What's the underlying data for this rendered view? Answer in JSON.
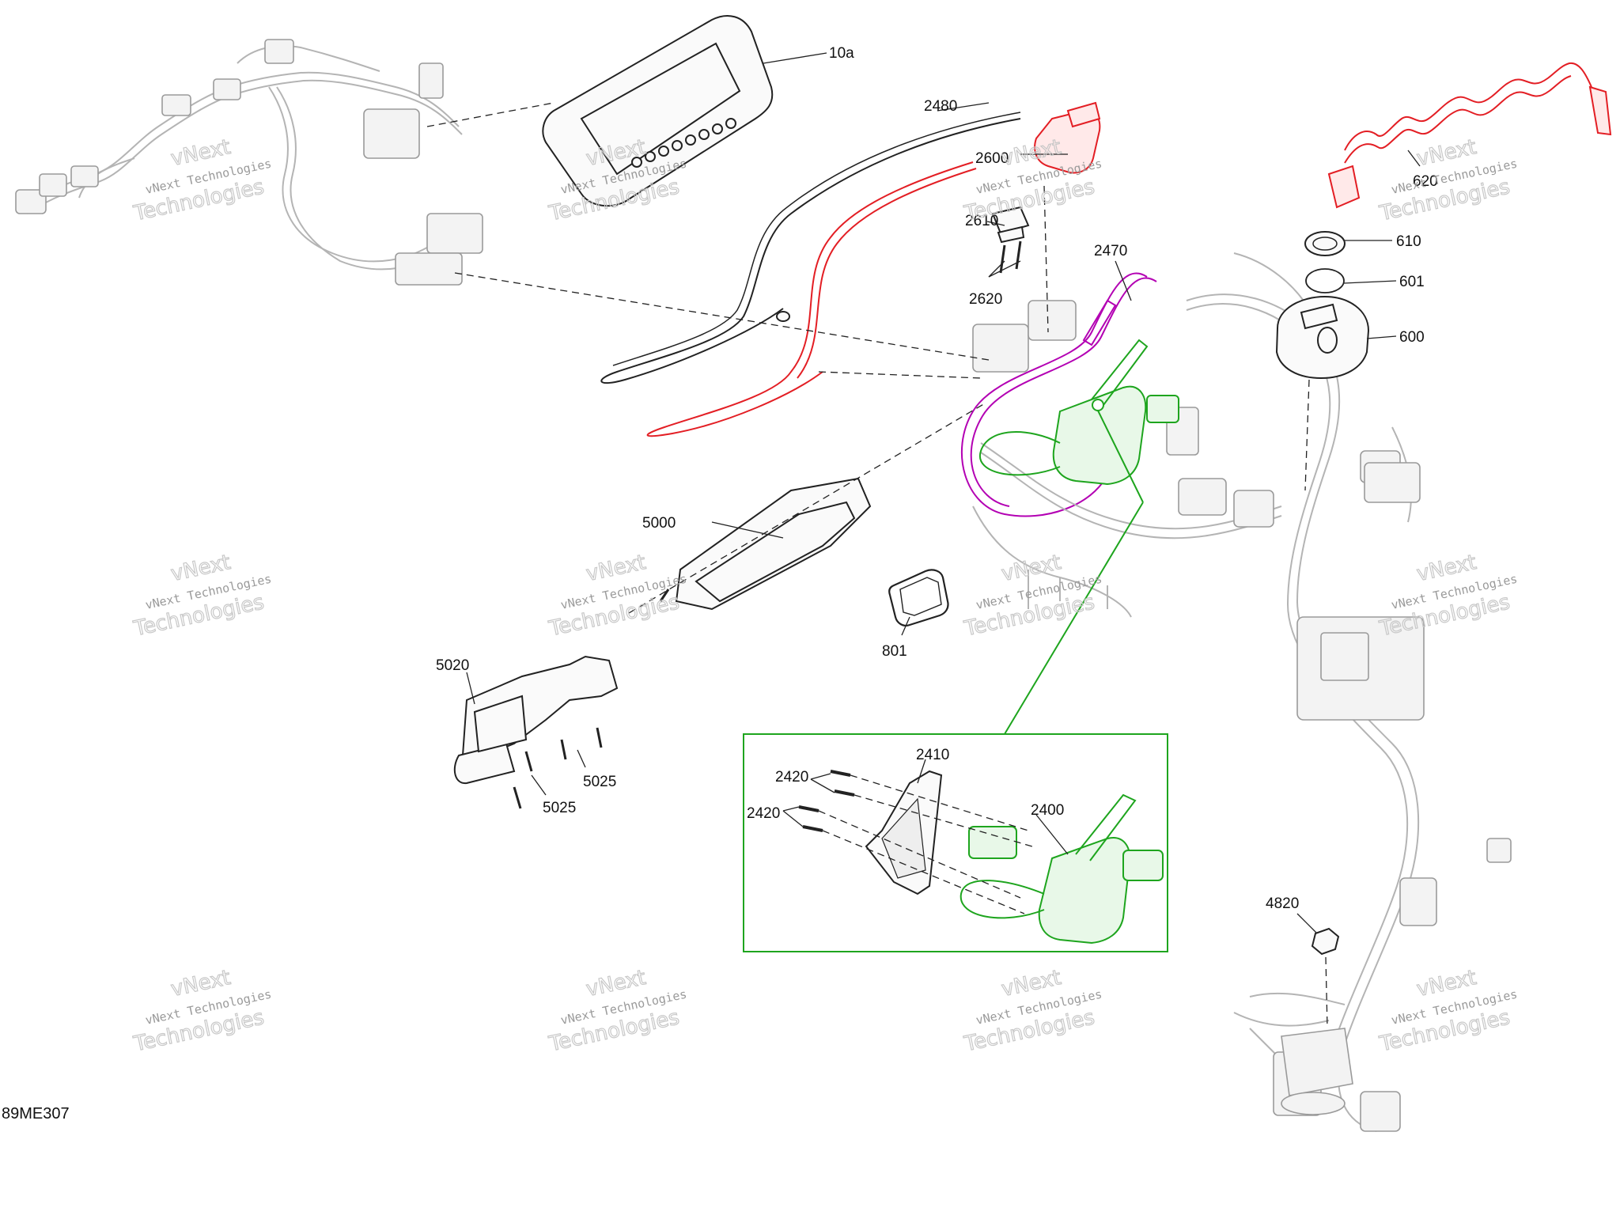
{
  "diagram": {
    "drawing_number": "89ME307",
    "watermark_line1": "vNext Technologies",
    "watermark_line2": "Technologies",
    "watermark_corner": "vNext",
    "callouts": [
      {
        "id": "c-10a",
        "label": "10a"
      },
      {
        "id": "c-2480",
        "label": "2480"
      },
      {
        "id": "c-2600",
        "label": "2600"
      },
      {
        "id": "c-2610",
        "label": "2610"
      },
      {
        "id": "c-2620",
        "label": "2620"
      },
      {
        "id": "c-2470",
        "label": "2470"
      },
      {
        "id": "c-620",
        "label": "620"
      },
      {
        "id": "c-610",
        "label": "610"
      },
      {
        "id": "c-601",
        "label": "601"
      },
      {
        "id": "c-600",
        "label": "600"
      },
      {
        "id": "c-5000",
        "label": "5000"
      },
      {
        "id": "c-801",
        "label": "801"
      },
      {
        "id": "c-5020",
        "label": "5020"
      },
      {
        "id": "c-5025a",
        "label": "5025"
      },
      {
        "id": "c-5025b",
        "label": "5025"
      },
      {
        "id": "c-2410",
        "label": "2410"
      },
      {
        "id": "c-2420a",
        "label": "2420"
      },
      {
        "id": "c-2420b",
        "label": "2420"
      },
      {
        "id": "c-2400",
        "label": "2400"
      },
      {
        "id": "c-4820",
        "label": "4820"
      }
    ],
    "colors": {
      "highlight_red": "#e31e24",
      "highlight_purple": "#b300b3",
      "highlight_green": "#1ea51e",
      "harness_gray": "#b4b4b4",
      "line_black": "#222222"
    }
  }
}
